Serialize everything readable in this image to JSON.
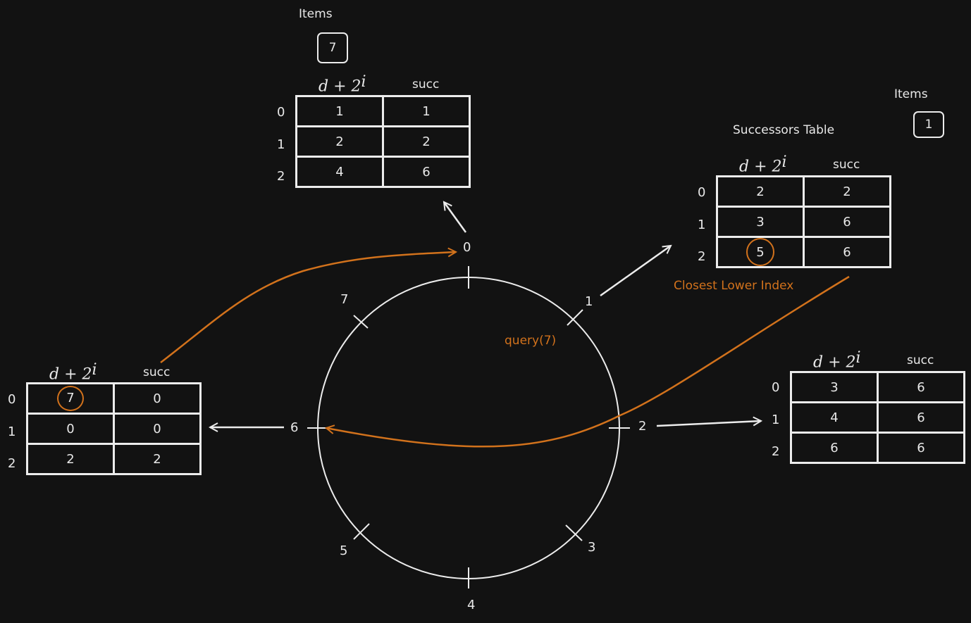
{
  "ring_labels": [
    "0",
    "1",
    "2",
    "3",
    "4",
    "5",
    "6",
    "7"
  ],
  "query_label": "query(7)",
  "closest_label": "Closest Lower Index",
  "successors_title": "Successors Table",
  "items_label": "Items",
  "header_formula": "d + 2",
  "header_exp": "i",
  "header_succ": "succ",
  "row_indices": [
    "0",
    "1",
    "2"
  ],
  "node0": {
    "items_value": "7",
    "rows": [
      [
        "1",
        "1"
      ],
      [
        "2",
        "2"
      ],
      [
        "4",
        "6"
      ]
    ]
  },
  "node1": {
    "items_value": "1",
    "rows": [
      [
        "2",
        "2"
      ],
      [
        "3",
        "6"
      ],
      [
        "5",
        "6"
      ]
    ]
  },
  "node2": {
    "rows": [
      [
        "3",
        "6"
      ],
      [
        "4",
        "6"
      ],
      [
        "6",
        "6"
      ]
    ]
  },
  "node6": {
    "rows": [
      [
        "7",
        "0"
      ],
      [
        "0",
        "0"
      ],
      [
        "2",
        "2"
      ]
    ]
  },
  "colors": {
    "background": "#121212",
    "stroke": "#ececec",
    "accent": "#d2721c"
  }
}
